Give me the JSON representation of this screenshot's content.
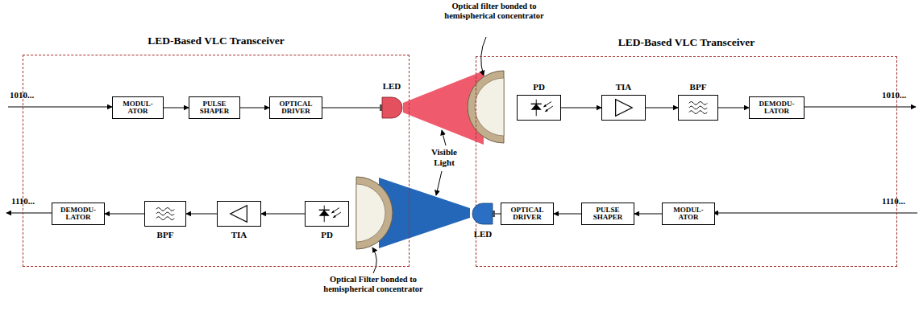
{
  "diagram": {
    "nodes": [
      {
        "text": [
          "LED-Based VLC Transceiver"
        ]
      },
      {
        "text": [
          "LED-Based VLC Transceiver"
        ]
      },
      {
        "text": [
          "MODUL- ATOR"
        ],
        "in": 0
      },
      {
        "text": [
          "PULSE SHAPER"
        ],
        "in": 0
      },
      {
        "text": [
          "OPTICAL DRIVER"
        ],
        "in": 0
      },
      {
        "text": [
          "LED"
        ],
        "in": 0
      },
      {
        "text": [
          "PD"
        ],
        "in": 1
      },
      {
        "text": [
          "TIA"
        ],
        "in": 1
      },
      {
        "text": [
          "BPF"
        ],
        "in": 1
      },
      {
        "text": [
          "DEMODU- LATOR"
        ],
        "in": 1
      },
      {
        "text": [
          "DEMODU- LATOR"
        ],
        "in": 0
      },
      {
        "text": [
          "BPF"
        ],
        "in": 0
      },
      {
        "text": [
          "TIA"
        ],
        "in": 0
      },
      {
        "text": [
          "PD"
        ],
        "in": 0
      },
      {
        "text": [
          "LED"
        ],
        "in": 1
      },
      {
        "text": [
          "OPTICAL DRIVER"
        ],
        "in": 1
      },
      {
        "text": [
          "PULSE SHAPER"
        ],
        "in": 1
      },
      {
        "text": [
          "MODUL- ATOR"
        ],
        "in": 1
      }
    ],
    "edges": [
      {
        "from": 2,
        "to": 3,
        "arrow": "to"
      },
      {
        "from": 3,
        "to": 4,
        "arrow": "to"
      },
      {
        "from": 4,
        "to": 5,
        "arrow": "none"
      },
      {
        "from": 6,
        "to": 7,
        "arrow": "to"
      },
      {
        "from": 7,
        "to": 8,
        "arrow": "to"
      },
      {
        "from": 8,
        "to": 9,
        "arrow": "to"
      },
      {
        "from": 17,
        "to": 16,
        "arrow": "to"
      },
      {
        "from": 16,
        "to": 15,
        "arrow": "to"
      },
      {
        "from": 15,
        "to": 14,
        "arrow": "none"
      },
      {
        "from": 13,
        "to": 12,
        "arrow": "to"
      },
      {
        "from": 12,
        "to": 11,
        "arrow": "to"
      },
      {
        "from": 11,
        "to": 10,
        "arrow": "to"
      }
    ],
    "labels": [
      "1010...",
      "1010...",
      "1110...",
      "1110...",
      "Optical filter bonded to hemispherical concentrator",
      "Visible Light",
      "Optical Filter bonded to hemispherical concentrator"
    ]
  }
}
